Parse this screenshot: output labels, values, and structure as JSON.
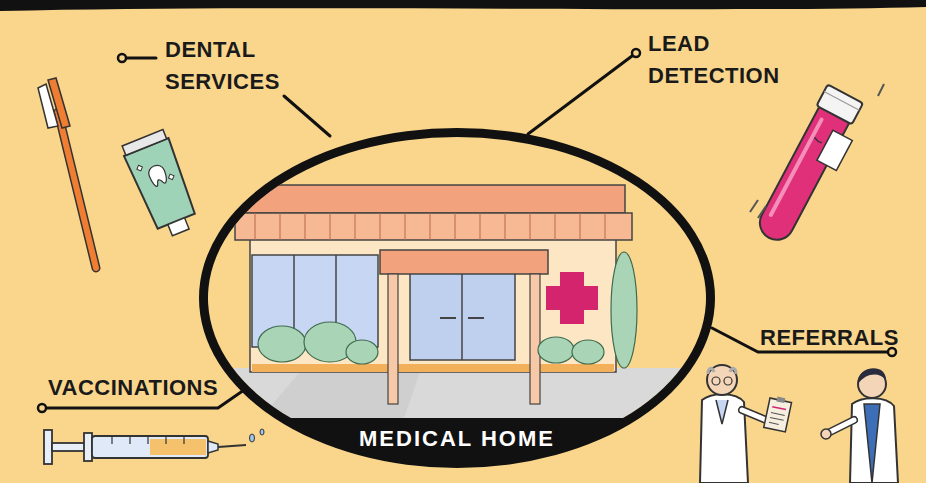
{
  "diagram": {
    "nodes": [
      {
        "text": [
          "MEDICAL HOME"
        ]
      }
    ],
    "labels": [
      "DENTAL SERVICES",
      "LEAD DETECTION",
      "VACCINATIONS",
      "REFERRALS"
    ]
  }
}
